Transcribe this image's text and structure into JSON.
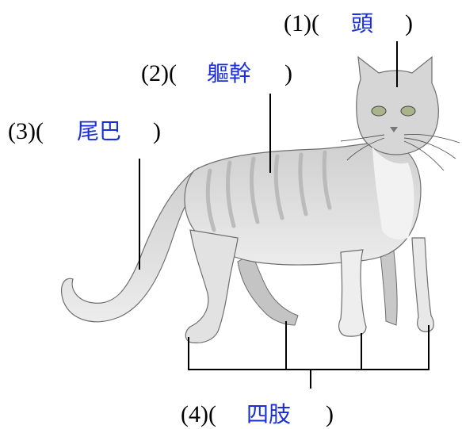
{
  "labels": [
    {
      "num": "(1)",
      "open": "(",
      "answer": "頭",
      "close": ")"
    },
    {
      "num": "(2)",
      "open": "(",
      "answer": "軀幹",
      "close": ")"
    },
    {
      "num": "(3)",
      "open": "(",
      "answer": "尾巴",
      "close": ")"
    },
    {
      "num": "(4)",
      "open": "(",
      "answer": "四肢",
      "close": ")"
    }
  ],
  "colors": {
    "answer": "#1a2fd6",
    "line": "#000000",
    "cat_fill": "#d9d9d9",
    "cat_stripe": "#b8b8b8",
    "cat_outline": "#6e6e6e"
  },
  "illustration": "cat"
}
